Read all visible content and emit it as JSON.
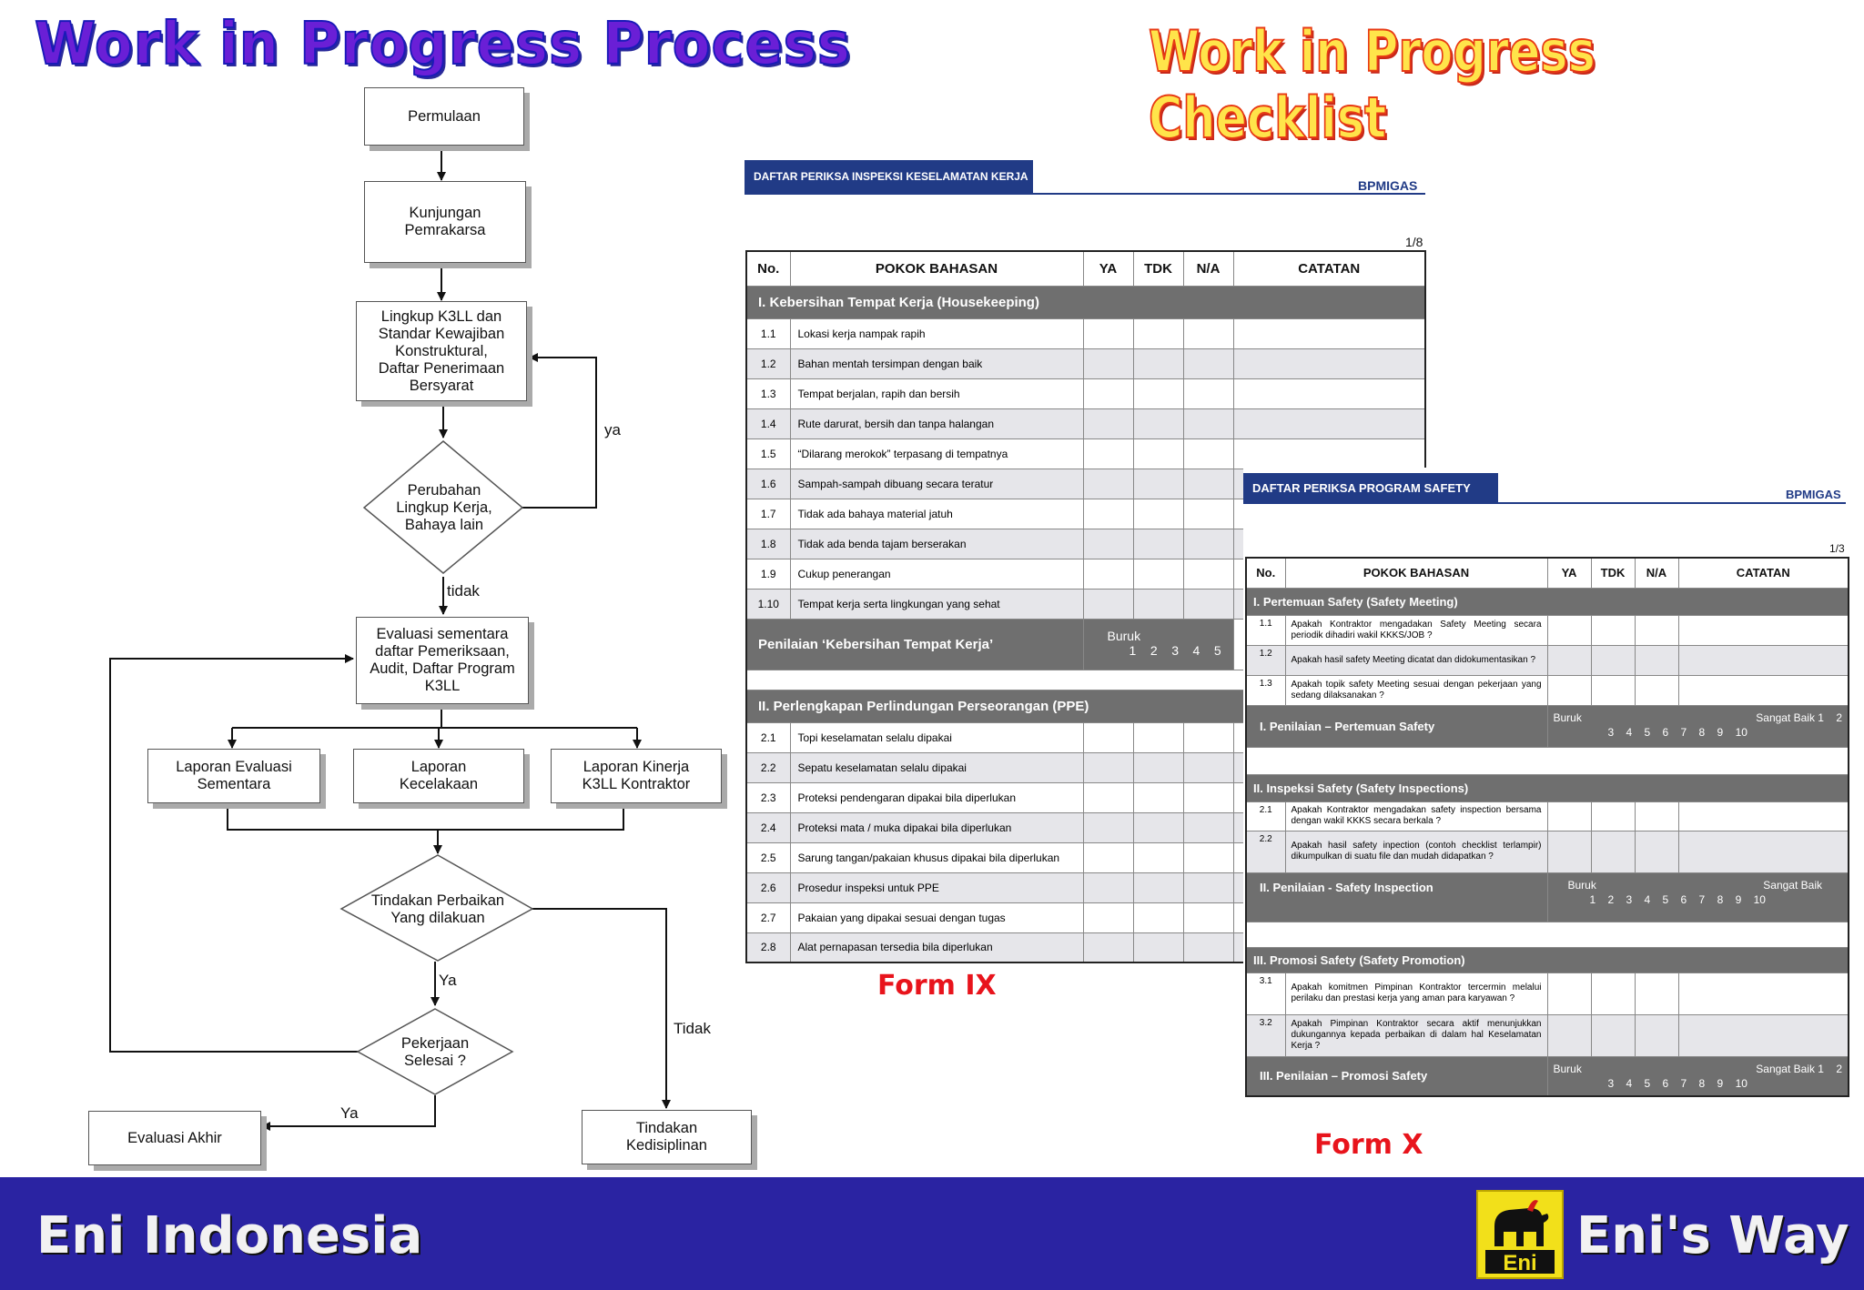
{
  "titles": {
    "left": "Work in Progress Process",
    "right": "Work in Progress Checklist"
  },
  "flowchart": {
    "nodes": {
      "permulaan": "Permulaan",
      "kunjungan": "Kunjungan\nPemrakarsa",
      "lingkup": "Lingkup K3LL dan\nStandar Kewajiban\nKonstruktural,\nDaftar Penerimaan\nBersyarat",
      "perubahan": "Perubahan\nLingkup Kerja,\nBahaya lain",
      "evaluasi_sementara": "Evaluasi sementara\ndaftar Pemeriksaan,\nAudit, Daftar Program\nK3LL",
      "laporan_evaluasi": "Laporan Evaluasi\nSementara",
      "laporan_kecelakaan": "Laporan\nKecelakaan",
      "laporan_kinerja": "Laporan Kinerja\nK3LL Kontraktor",
      "tindakan_perbaikan": "Tindakan Perbaikan\nYang dilakuan",
      "pekerjaan_selesai": "Pekerjaan\nSelesai ?",
      "evaluasi_akhir": "Evaluasi Akhir",
      "tindakan_kedisiplinan": "Tindakan\nKedisiplinan"
    },
    "labels": {
      "ya_loop": "ya",
      "tidak1": "tidak",
      "ya2": "Ya",
      "tidak2": "Tidak",
      "ya3": "Ya"
    }
  },
  "form_ix": {
    "header": "DAFTAR PERIKSA INSPEKSI KESELAMATAN KERJA",
    "org": "BPMIGAS",
    "page": "1/8",
    "columns": [
      "No.",
      "POKOK BAHASAN",
      "YA",
      "TDK",
      "N/A",
      "CATATAN"
    ],
    "section1": "I. Kebersihan Tempat Kerja (Housekeeping)",
    "rows1": [
      {
        "no": "1.1",
        "text": "Lokasi kerja nampak rapih"
      },
      {
        "no": "1.2",
        "text": "Bahan mentah tersimpan dengan baik"
      },
      {
        "no": "1.3",
        "text": "Tempat berjalan, rapih dan bersih"
      },
      {
        "no": "1.4",
        "text": "Rute darurat, bersih dan tanpa halangan"
      },
      {
        "no": "1.5",
        "text": "“Dilarang merokok” terpasang di tempatnya"
      },
      {
        "no": "1.6",
        "text": "Sampah-sampah dibuang secara teratur"
      },
      {
        "no": "1.7",
        "text": "Tidak ada bahaya material jatuh"
      },
      {
        "no": "1.8",
        "text": "Tidak ada benda tajam berserakan"
      },
      {
        "no": "1.9",
        "text": "Cukup penerangan"
      },
      {
        "no": "1.10",
        "text": "Tempat kerja serta lingkungan yang sehat"
      }
    ],
    "rating1": {
      "label": "Penilaian ‘Kebersihan Tempat Kerja’",
      "buruk": "Buruk",
      "scale": "1    2    3    4    5"
    },
    "section2": "II. Perlengkapan Perlindungan Perseorangan (PPE)",
    "rows2": [
      {
        "no": "2.1",
        "text": "Topi keselamatan selalu dipakai"
      },
      {
        "no": "2.2",
        "text": "Sepatu keselamatan selalu dipakai"
      },
      {
        "no": "2.3",
        "text": "Proteksi pendengaran dipakai bila diperlukan"
      },
      {
        "no": "2.4",
        "text": "Proteksi mata / muka dipakai bila diperlukan"
      },
      {
        "no": "2.5",
        "text": "Sarung tangan/pakaian khusus dipakai bila diperlukan"
      },
      {
        "no": "2.6",
        "text": "Prosedur inspeksi untuk PPE"
      },
      {
        "no": "2.7",
        "text": "Pakaian yang dipakai sesuai dengan tugas"
      },
      {
        "no": "2.8",
        "text": "Alat pernapasan tersedia bila diperlukan"
      }
    ],
    "label": "Form IX"
  },
  "form_x": {
    "header": "DAFTAR PERIKSA PROGRAM SAFETY",
    "org": "BPMIGAS",
    "page": "1/3",
    "columns": [
      "No.",
      "POKOK BAHASAN",
      "YA",
      "TDK",
      "N/A",
      "CATATAN"
    ],
    "section1": "I. Pertemuan Safety (Safety Meeting)",
    "rows1": [
      {
        "no": "1.1",
        "text": "Apakah Kontraktor mengadakan Safety Meeting secara periodik dihadiri wakil KKKS/JOB ?"
      },
      {
        "no": "1.2",
        "text": "Apakah hasil safety Meeting dicatat dan didokumentasikan ?"
      },
      {
        "no": "1.3",
        "text": "Apakah topik safety Meeting sesuai dengan pekerjaan yang sedang dilaksanakan ?"
      }
    ],
    "rating1": {
      "label": "I. Penilaian – Pertemuan Safety",
      "buruk": "Buruk",
      "baik": "Sangat Baik 1    2",
      "scale": "3    4    5    6    7    8    9    10"
    },
    "section2": "II. Inspeksi Safety (Safety Inspections)",
    "rows2": [
      {
        "no": "2.1",
        "text": "Apakah Kontraktor mengadakan safety inspection bersama dengan wakil KKKS secara berkala ?"
      },
      {
        "no": "2.2",
        "text": "Apakah hasil safety inpection (contoh checklist terlampir) dikumpulkan di suatu file dan mudah didapatkan ?"
      }
    ],
    "rating2": {
      "label": "II. Penilaian - Safety Inspection",
      "buruk": "Buruk",
      "baik": "Sangat Baik",
      "scale": "1    2    3    4    5    6    7    8    9    10"
    },
    "section3": "III. Promosi Safety (Safety Promotion)",
    "rows3": [
      {
        "no": "3.1",
        "text": "Apakah komitmen Pimpinan Kontraktor tercermin melalui perilaku dan prestasi kerja yang aman para karyawan ?"
      },
      {
        "no": "3.2",
        "text": "Apakah Pimpinan Kontraktor secara aktif menunjukkan dukungannya kepada perbaikan di dalam hal Keselamatan Kerja ?"
      }
    ],
    "rating3": {
      "label": "III. Penilaian – Promosi Safety",
      "buruk": "Buruk",
      "baik": "Sangat Baik 1    2",
      "scale": "3    4    5    6    7    8    9    10"
    },
    "label": "Form X"
  },
  "footer": {
    "left": "Eni Indonesia",
    "right": "Eni's Way",
    "logo_text": "Eni"
  },
  "colors": {
    "footer_bg": "#2a23a2",
    "form_header": "#213b86",
    "section_gray": "#6f6f6f",
    "form_label_red": "#e8141c"
  }
}
